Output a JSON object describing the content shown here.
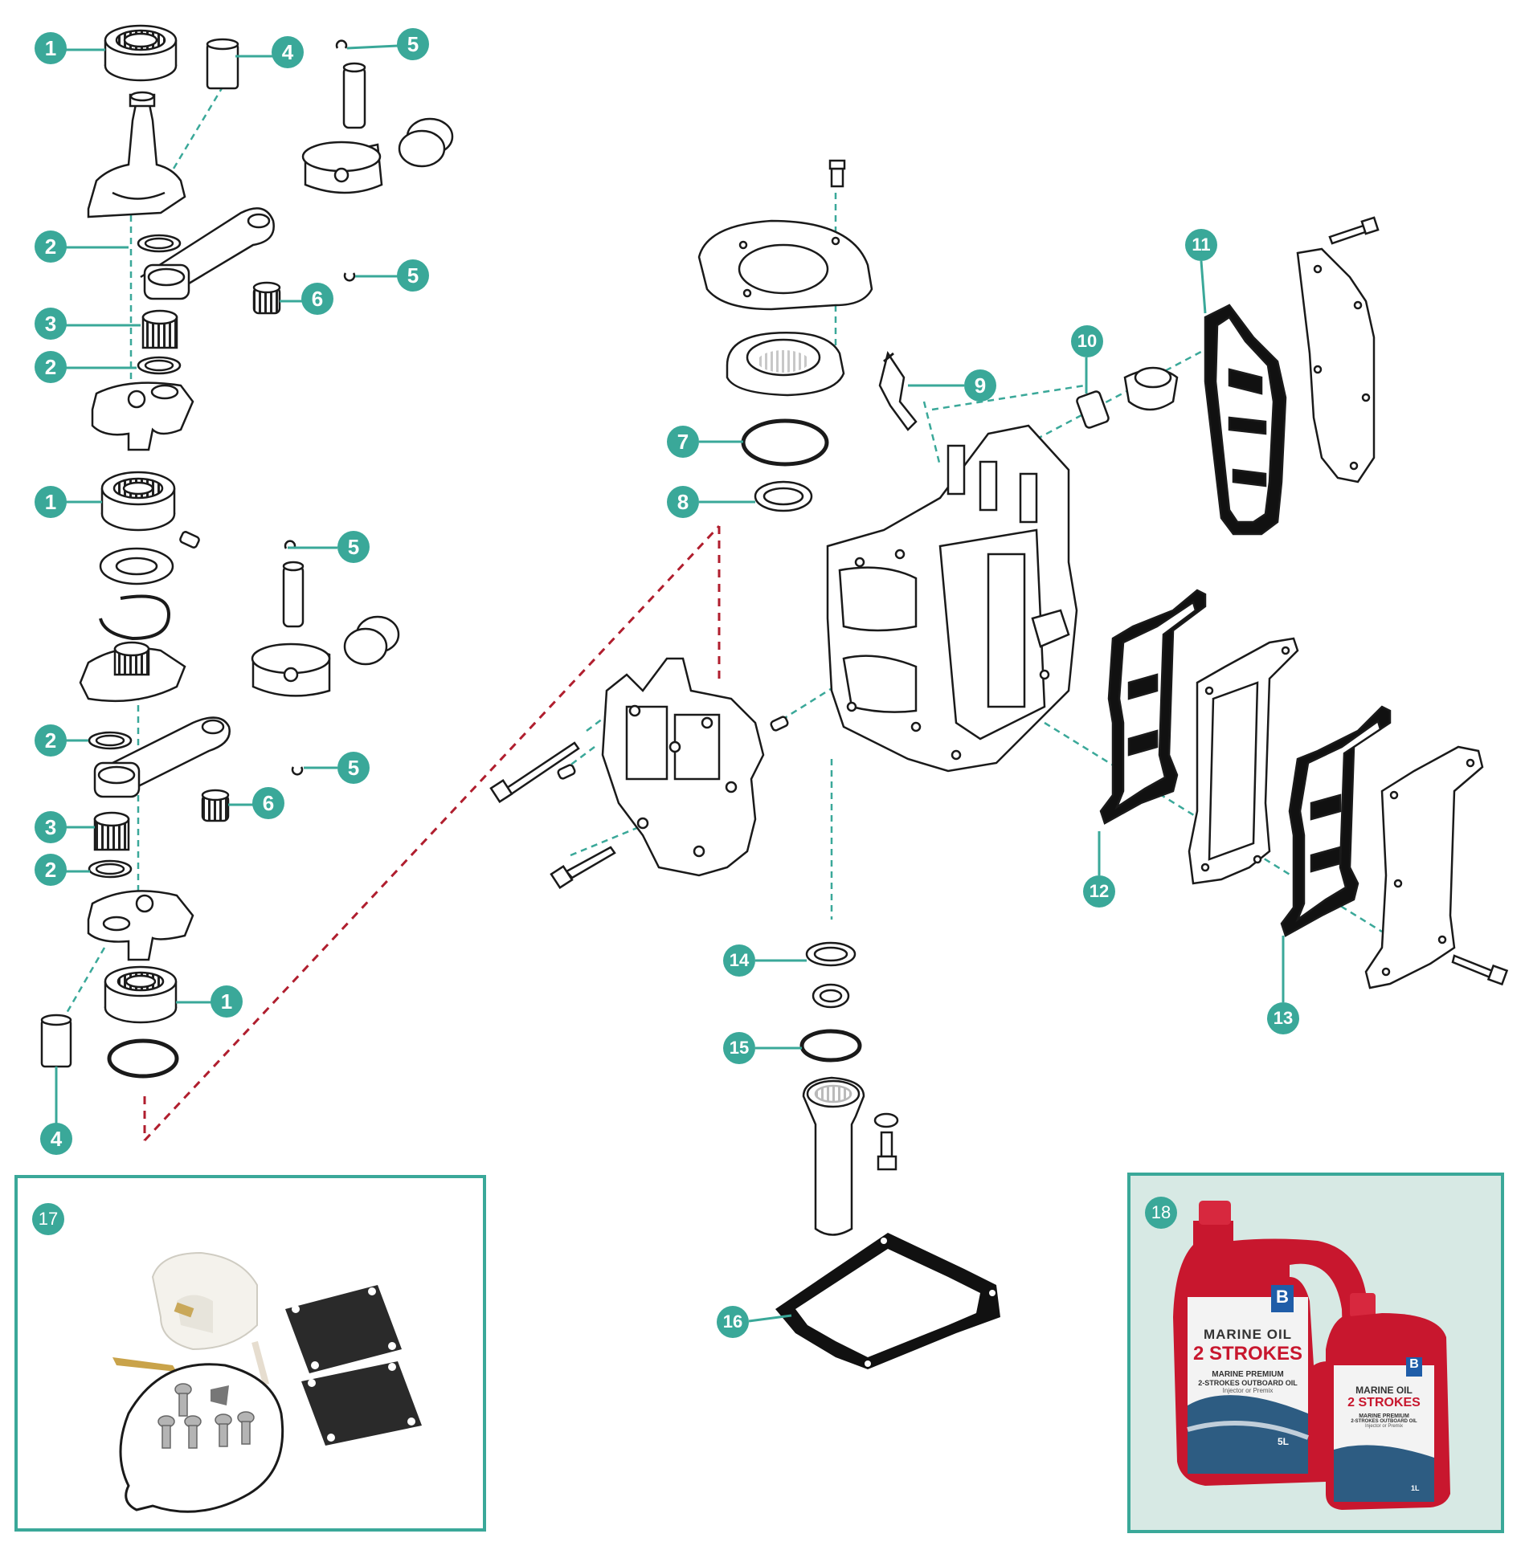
{
  "accent_color": "#3aa899",
  "dash_color_leader": "#3aa899",
  "dash_color_link": "#b01e2e",
  "bottle_color": "#c8172e",
  "callouts": {
    "c1a": "1",
    "c1b": "1",
    "c1c": "1",
    "c2a": "2",
    "c2b": "2",
    "c2c": "2",
    "c2d": "2",
    "c3a": "3",
    "c3b": "3",
    "c4a": "4",
    "c4b": "4",
    "c5a": "5",
    "c5b": "5",
    "c5c": "5",
    "c5d": "5",
    "c6a": "6",
    "c6b": "6",
    "c7": "7",
    "c8": "8",
    "c9": "9",
    "c10": "10",
    "c11": "11",
    "c12": "12",
    "c13": "13",
    "c14": "14",
    "c15": "15",
    "c16": "16",
    "c17": "17",
    "c18": "18"
  },
  "bottle_large": {
    "brand": "B",
    "line1": "MARINE OIL",
    "line2": "2 STROKES",
    "line3": "MARINE PREMIUM",
    "line4": "2-STROKES OUTBOARD OIL",
    "line5": "Injector or Premix",
    "size": "5L"
  },
  "bottle_small": {
    "brand": "B",
    "line1": "MARINE OIL",
    "line2": "2 STROKES",
    "line3": "MARINE PREMIUM",
    "line4": "2-STROKES OUTBOARD OIL",
    "line5": "Injector or Premix",
    "size": "1L"
  }
}
